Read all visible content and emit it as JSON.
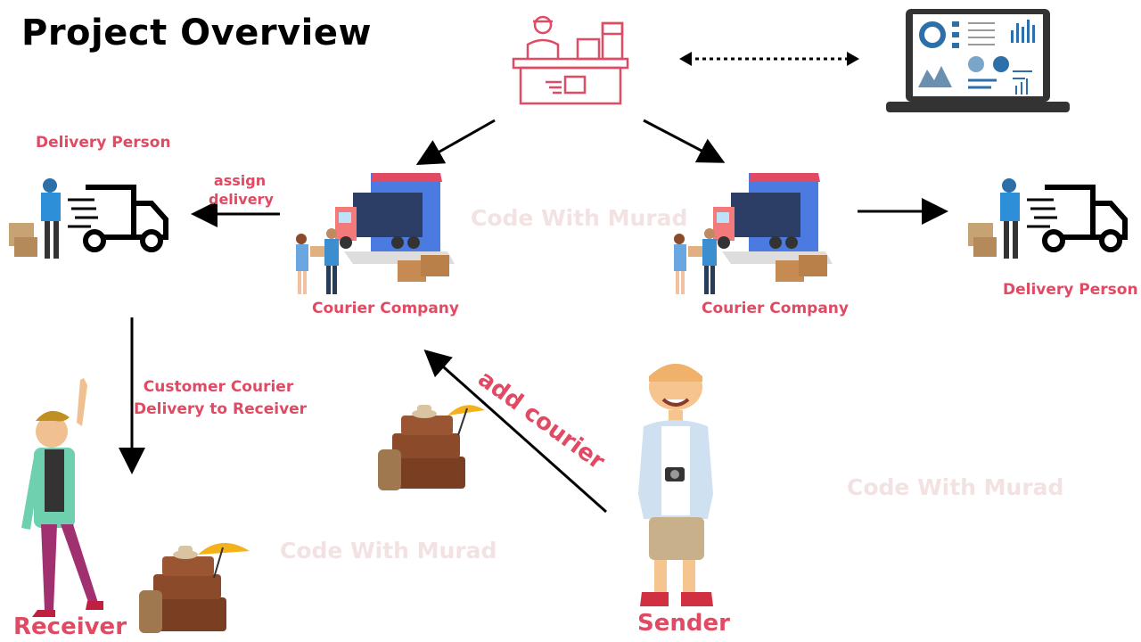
{
  "title": "Project Overview",
  "labels": {
    "delivery_person_left": "Delivery Person",
    "delivery_person_right": "Delivery Person",
    "assign_delivery_1": "assign",
    "assign_delivery_2": "delivery",
    "courier_company_left": "Courier Company",
    "courier_company_right": "Courier Company",
    "customer_delivery_1": "Customer Courier",
    "customer_delivery_2": "Delivery to Receiver",
    "add_courier": "add courier",
    "receiver": "Receiver",
    "sender": "Sender"
  },
  "watermarks": [
    "Code With Murad",
    "Code With Murad",
    "Code With Murad"
  ],
  "colors": {
    "accent": "#e04a63",
    "watermark": "#f3e2e2",
    "arrow": "#000000"
  }
}
